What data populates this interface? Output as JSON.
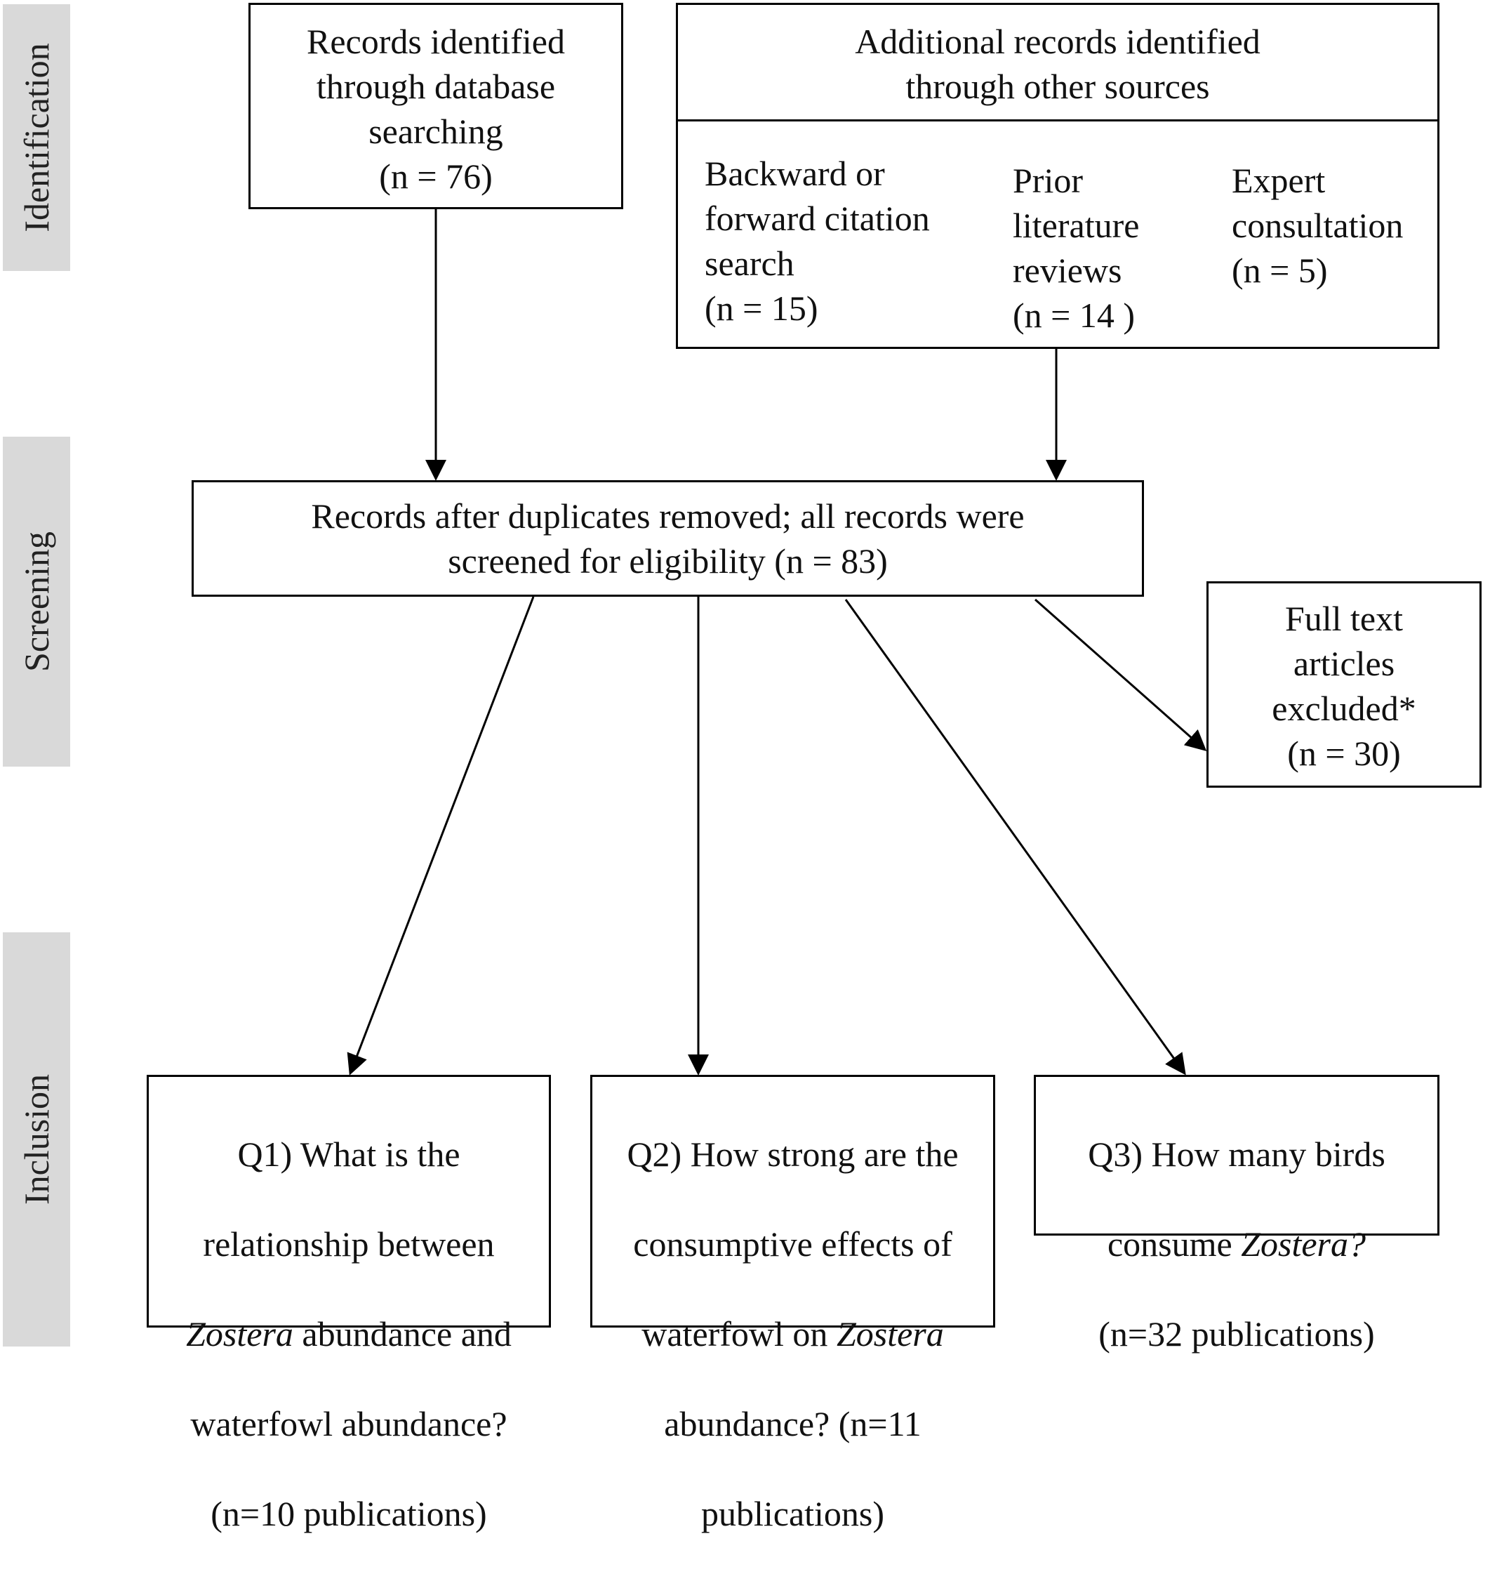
{
  "stages": {
    "identification": "Identification",
    "screening": "Screening",
    "inclusion": "Inclusion"
  },
  "identification": {
    "database_box": "Records identified\nthrough database\nsearching\n(n = 76)",
    "other_sources": {
      "header": "Additional records identified\nthrough other sources",
      "citation": "Backward or\nforward citation\nsearch\n(n = 15)",
      "prior_reviews": "Prior\nliterature\nreviews\n(n = 14 )",
      "expert": "Expert\nconsultation\n(n = 5)"
    }
  },
  "screening": {
    "deduplicated": "Records after duplicates removed; all records were\nscreened for eligibility (n = 83)",
    "excluded": "Full text\narticles\nexcluded*\n(n = 30)"
  },
  "inclusion": {
    "q1": {
      "line1": "Q1) What is the",
      "line2": "relationship between",
      "genus": "Zostera",
      "line3_rest": " abundance and",
      "line4": "waterfowl abundance?",
      "line5": "(n=10 publications)"
    },
    "q2": {
      "line1": "Q2) How strong are the",
      "line2": "consumptive effects of",
      "line3_start": "waterfowl on ",
      "genus": "Zostera",
      "line4": "abundance? (n=11",
      "line5": "publications)"
    },
    "q3": {
      "line1": "Q3) How many birds",
      "line2_start": "consume ",
      "genus": "Zostera?",
      "line3": "(n=32 publications)"
    }
  }
}
